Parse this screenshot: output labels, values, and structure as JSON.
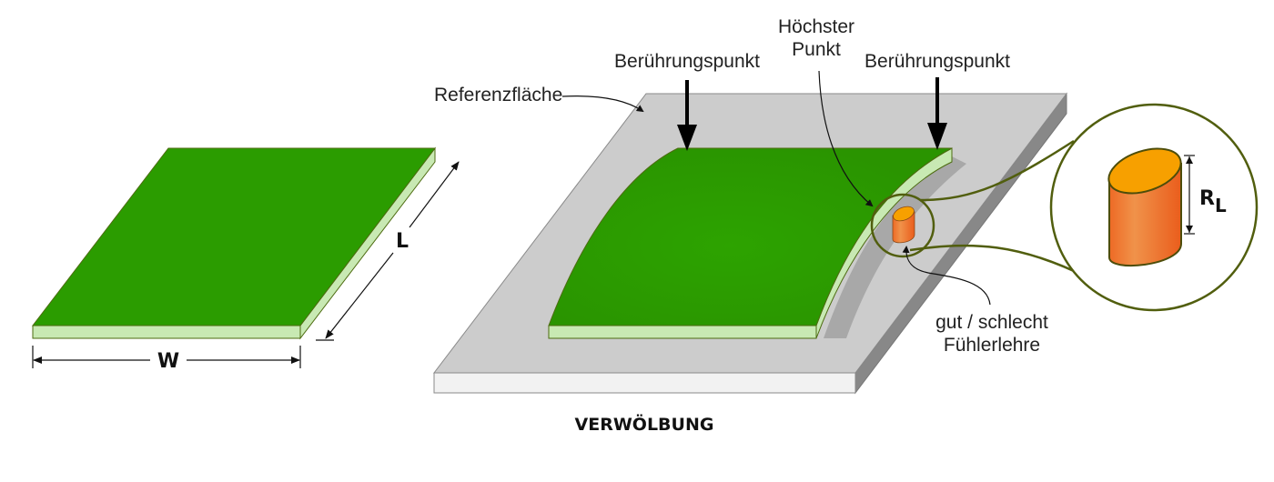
{
  "diagram": {
    "title": "VERWÖLBUNG",
    "flat_board": {
      "width_label": "W",
      "length_label": "L"
    },
    "warped_setup": {
      "reference_surface_label": "Referenzfläche",
      "contact_point_left_label": "Berührungspunkt",
      "contact_point_right_label": "Berührungspunkt",
      "highest_point_label_line1": "Höchster",
      "highest_point_label_line2": "Punkt",
      "gauge_label_line1": "gut / schlecht",
      "gauge_label_line2": "Fühlerlehre"
    },
    "zoom_inset": {
      "gauge_height_label_main": "R",
      "gauge_height_label_sub": "L"
    },
    "colors": {
      "board_top": "#2b9c00",
      "board_edge": "#c8e9b3",
      "board_outline": "#4d6b10",
      "plate_top": "#cccccc",
      "plate_front": "#f2f2f2",
      "plate_side": "#888888",
      "gauge_top": "#f7a000",
      "gauge_body": "#ef7a35",
      "magnifier_stroke": "#515e0e"
    }
  }
}
